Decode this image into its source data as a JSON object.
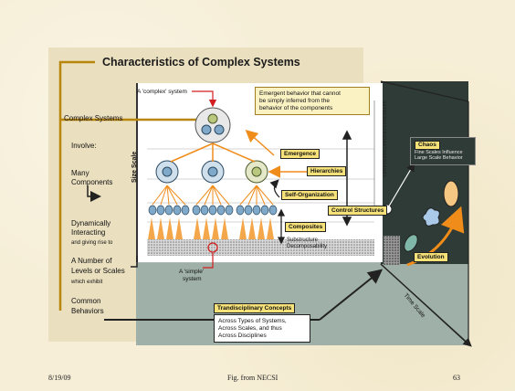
{
  "title": "Characteristics of Complex Systems",
  "left_labels": {
    "complex_systems": "Complex Systems",
    "involve": "Involve:",
    "many": "Many",
    "components": "Components",
    "dynamically": "Dynamically",
    "interacting": "Interacting",
    "and_giving": "and giving rise to",
    "a_number": "A Number of",
    "levels": "Levels or Scales",
    "which_exhibit": "which exhibit",
    "common": "Common",
    "behaviors": "Behaviors"
  },
  "center_labels": {
    "complex_system": "A 'complex' system",
    "simple_system_1": "A 'simple'",
    "simple_system_2": "system",
    "size_scale": "Size Scale",
    "time_scale": "Time Scale",
    "substructure": "Substructure",
    "decomposability": "Decomposability",
    "axis_digits": "3478639516833467988354983"
  },
  "emergent_note": {
    "line1": "Emergent behavior that cannot",
    "line2": "be simply inferred from the",
    "line3": "behavior of the components"
  },
  "tags": {
    "emergence": "Emergence",
    "hierarchies": "Hierarchies",
    "self_organization": "Self-Organization",
    "control_structures": "Control Structures",
    "composites": "Composites",
    "chaos": "Chaos",
    "evolution": "Evolution",
    "transdisciplinary": "Trandisciplinary Concepts"
  },
  "chaos_note": {
    "line1": "Fine Scales Influence",
    "line2": "Large Scale Behavior"
  },
  "trans_note": {
    "line1": "Across Types of Systems,",
    "line2": "Across Scales, and thus",
    "line3": "Across Disciplines"
  },
  "footer": {
    "date": "8/19/09",
    "source": "Fig. from NECSI",
    "page": "63"
  },
  "colors": {
    "arrow_gold": "#b8860b",
    "tag_yellow": "#f7e27a",
    "orange": "#f08c1a",
    "dark_panel": "#2f3b36",
    "gray_panel": "#a9b8b0"
  }
}
